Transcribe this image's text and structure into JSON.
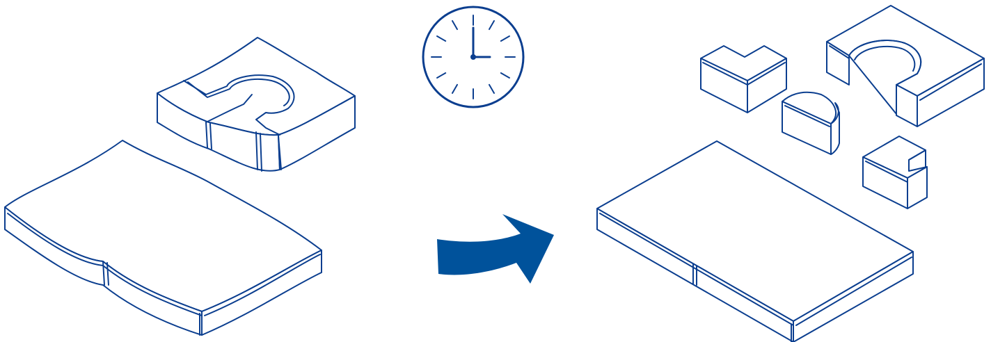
{
  "colors": {
    "line": "#0b3e8f",
    "arrow": "#00529b",
    "clock_face": "#ffffff"
  },
  "diagram": {
    "left_group": {
      "items": [
        "warped-slab",
        "warped-interlocking-block"
      ]
    },
    "center": {
      "clock": {
        "icon": "clock-icon",
        "hour": 3,
        "minute": 0
      },
      "arrow": {
        "icon": "curved-arrow-icon"
      }
    },
    "right_group": {
      "items": [
        "flat-slab",
        "separated-block-pieces"
      ]
    }
  }
}
